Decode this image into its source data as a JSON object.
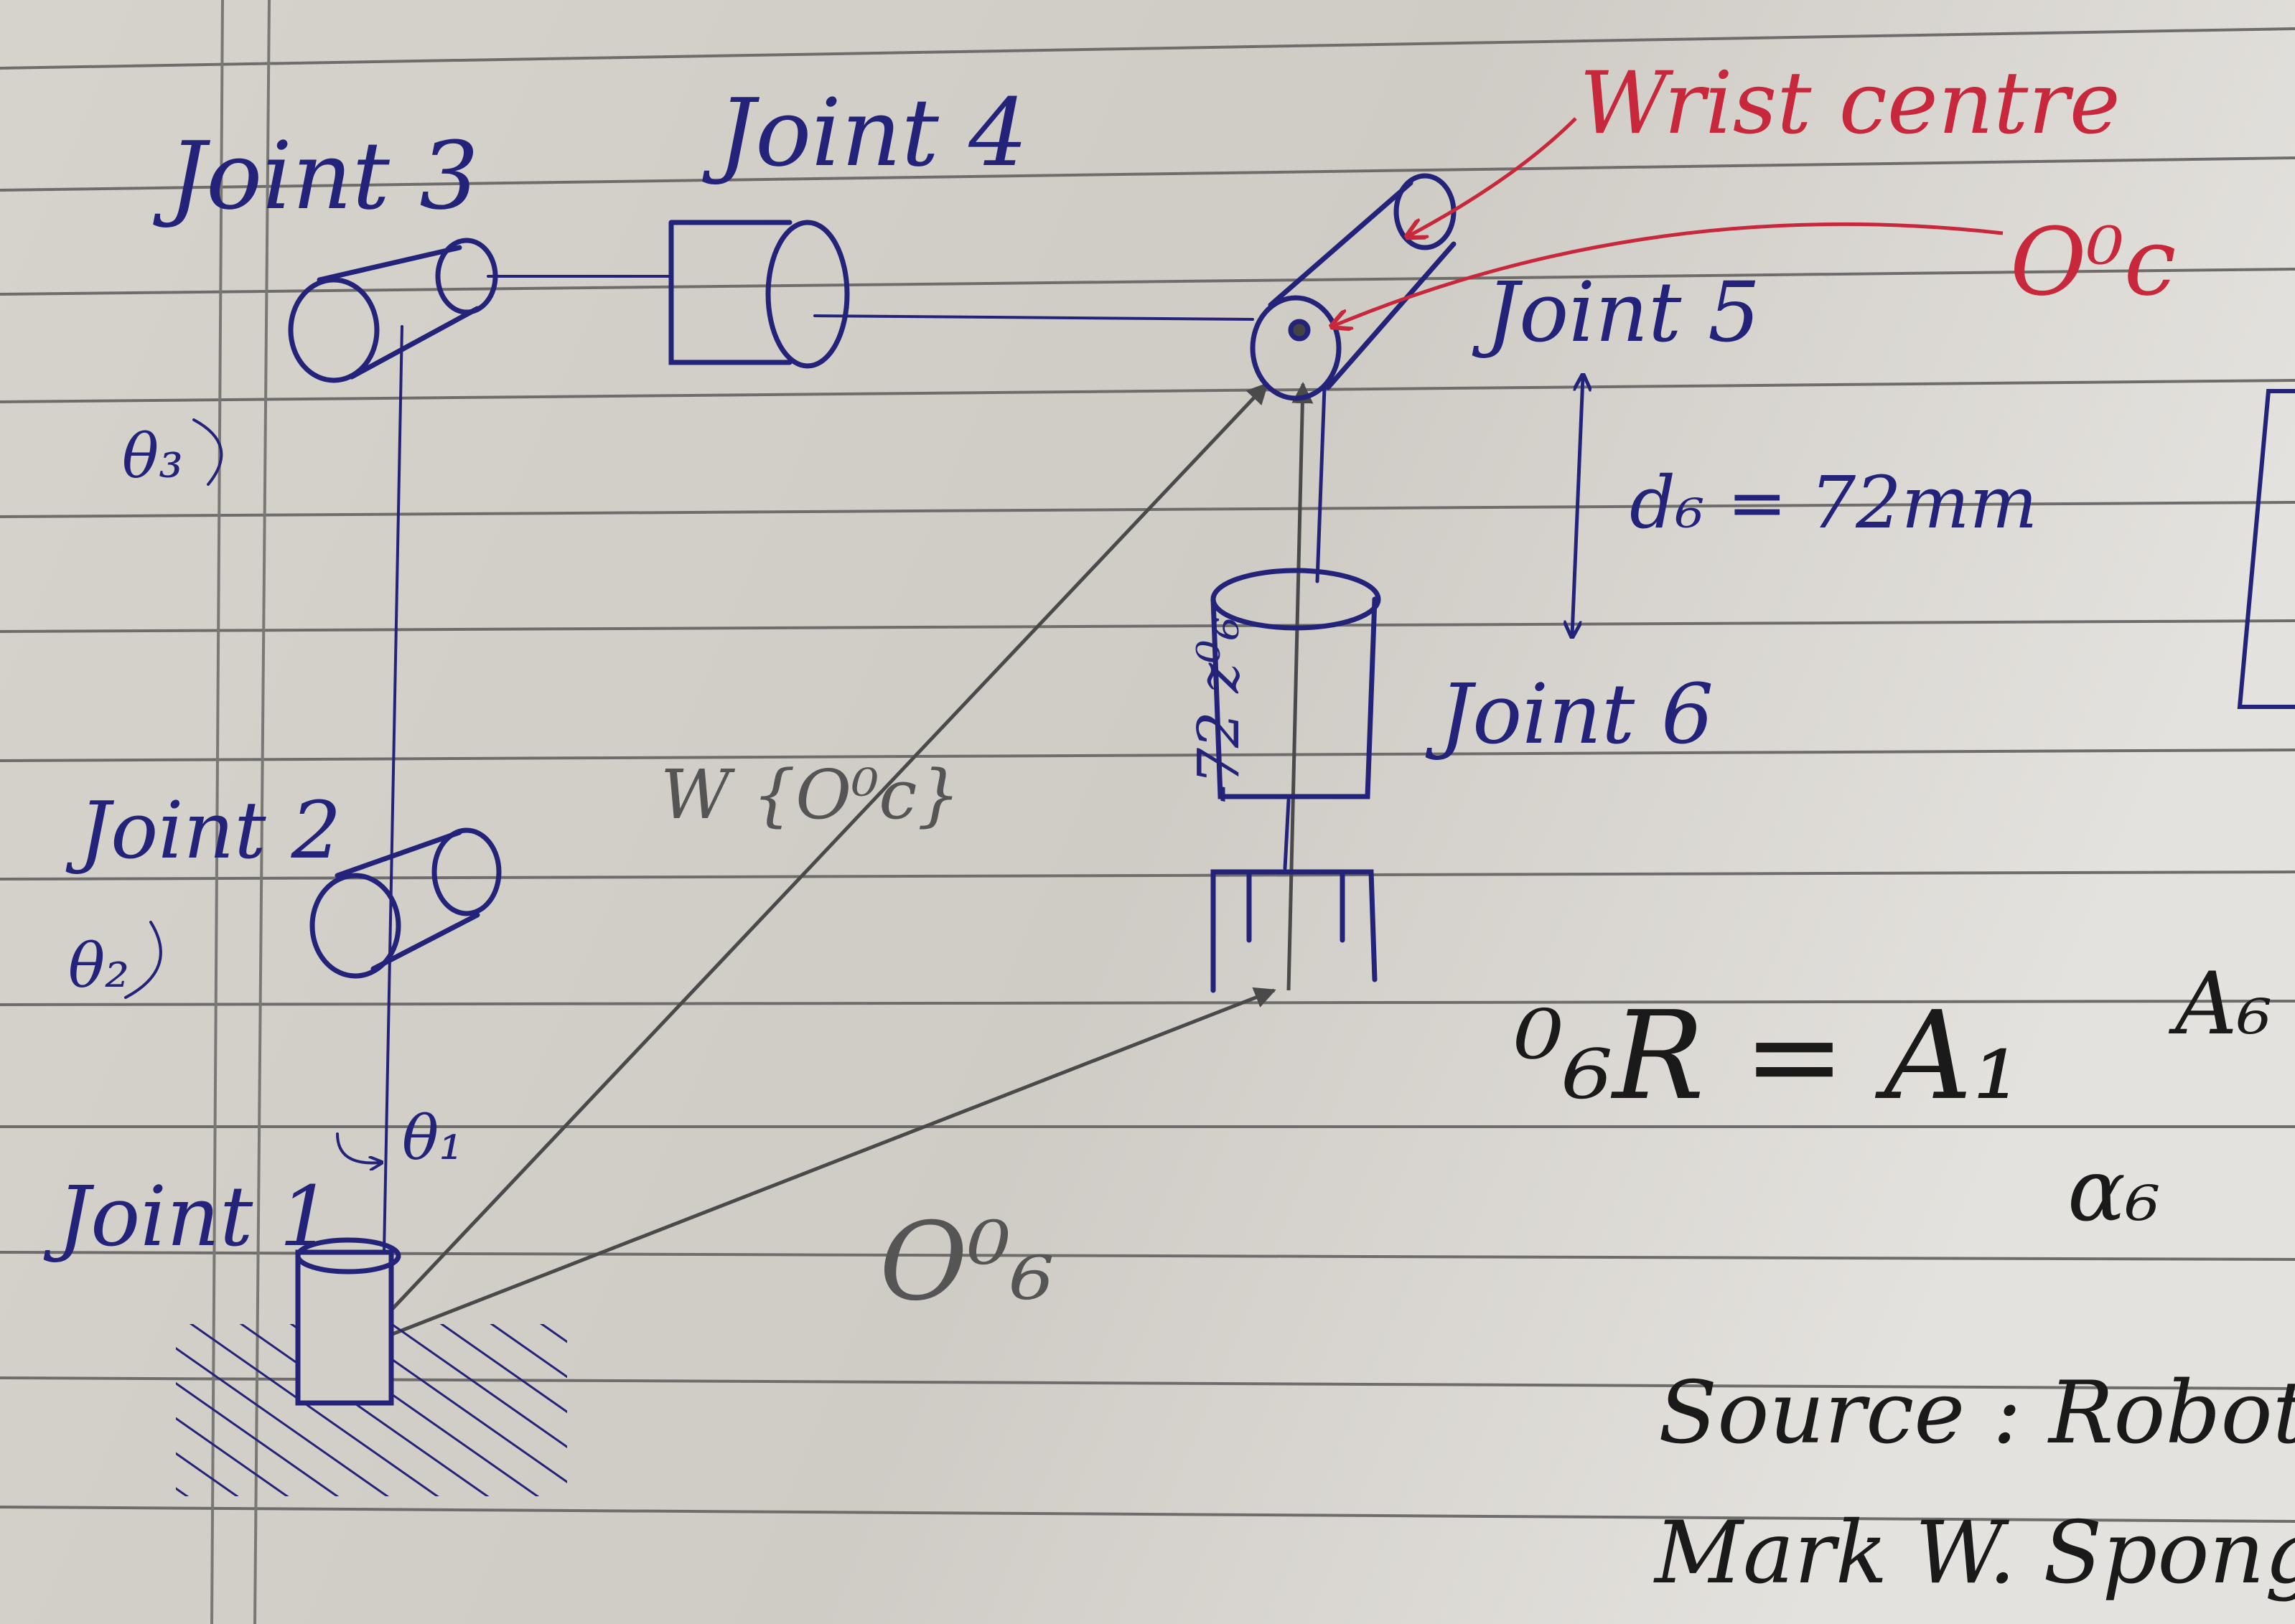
{
  "colors": {
    "paper": "#d8d4cf",
    "rule_line": "#6f6d6b",
    "margin_line": "#7a7875",
    "blue_ink": "#23237a",
    "red_ink": "#c8283c",
    "pencil": "#555555",
    "black_ink": "#1a1a1a"
  },
  "labels": {
    "joint1": "Joint 1",
    "joint2": "Joint 2",
    "joint3": "Joint 3",
    "joint4": "Joint 4",
    "joint5": "Joint 5",
    "joint6": "Joint 6",
    "theta1": "θ₁",
    "theta2": "θ₂",
    "theta3": "θ₃",
    "wrist_centre": "Wrist centre",
    "oc": "O⁰c",
    "d6": "d₆ = 72mm",
    "z6": "-72 z⁰₆",
    "w_oc": "W {O⁰c}",
    "o6": "O⁰₆",
    "rotation": "⁰₆R = A₁",
    "a6": "A₆",
    "alpha6": "α₆",
    "source_line1": "Source : Robot",
    "source_line2": "Mark W. Spong ,"
  }
}
